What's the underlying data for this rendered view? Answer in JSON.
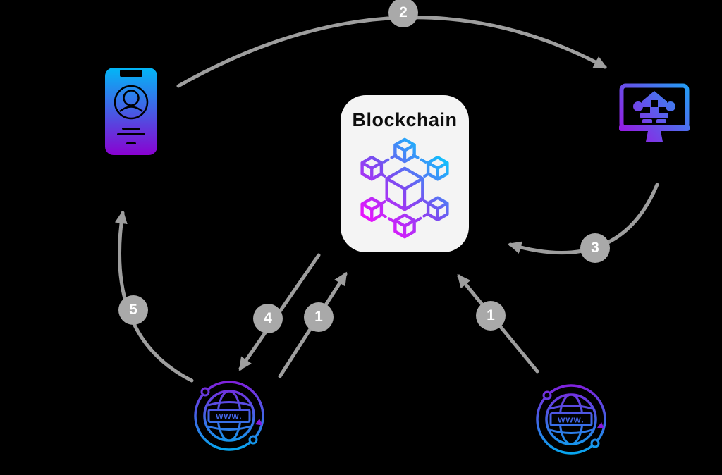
{
  "diagram": {
    "card": {
      "title": "Blockchain"
    },
    "nodes": {
      "phone": {
        "icon": "smartphone-user-icon"
      },
      "monitor": {
        "icon": "desktop-monitor-icon"
      },
      "globe_left": {
        "icon": "globe-www-icon",
        "label": "www."
      },
      "globe_right": {
        "icon": "globe-www-icon",
        "label": "www."
      }
    },
    "badges": {
      "step1_left": "1",
      "step1_right": "1",
      "step2": "2",
      "step3": "3",
      "step4": "4",
      "step5": "5"
    },
    "colors": {
      "background": "#000000",
      "card_bg": "#F4F4F4",
      "title_text": "#0D0D0D",
      "arrow_gray": "#9E9E9E",
      "badge_gray": "#A9A9A9",
      "badge_text": "#FFFFFF",
      "gradient_cyan": "#00D4FF",
      "gradient_blue": "#1FA2F5",
      "gradient_purple": "#8B00D1",
      "gradient_magenta": "#F80BFF"
    }
  }
}
